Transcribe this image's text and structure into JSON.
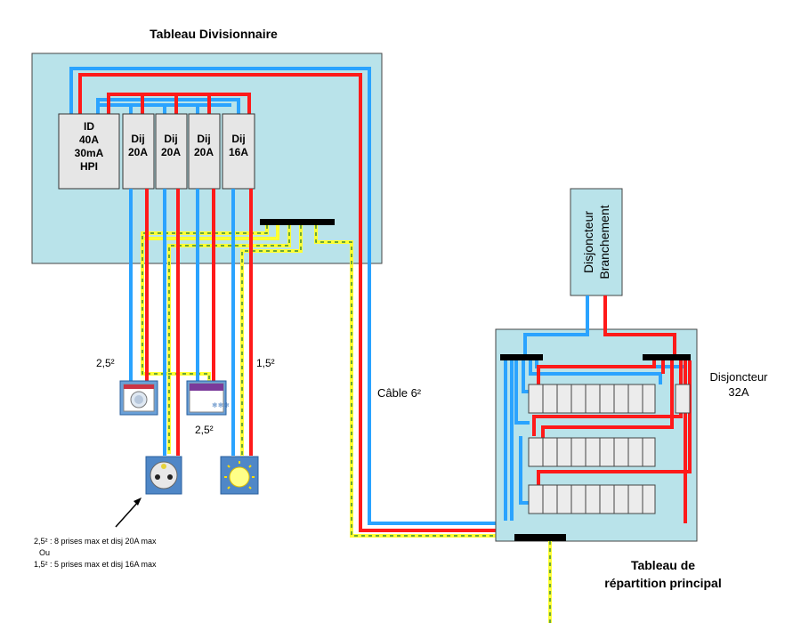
{
  "colors": {
    "panel_fill": "#b9e3ea",
    "phase_wire": "#ff1a1a",
    "neutral_wire": "#2aa3ff",
    "earth_wire": "#ffff33",
    "breaker_fill": "#e6e6e6",
    "busbar": "#000000"
  },
  "sub_panel": {
    "title": "Tableau Divisionnaire",
    "diff_breaker": {
      "lines": [
        "ID",
        "40A",
        "30mA",
        "HPI"
      ]
    },
    "breakers": [
      {
        "lines": [
          "Dij",
          "20A"
        ]
      },
      {
        "lines": [
          "Dij",
          "20A"
        ]
      },
      {
        "lines": [
          "Dij",
          "20A"
        ]
      },
      {
        "lines": [
          "Dij",
          "16A"
        ]
      }
    ]
  },
  "branch_breaker": {
    "line1": "Disjoncteur",
    "line2": "Branchement"
  },
  "main_panel": {
    "title_line1": "Tableau de",
    "title_line2": "répartition principal",
    "breaker_32": {
      "line1": "Disjoncteur",
      "line2": "32A"
    }
  },
  "labels": {
    "section_left": "2,5²",
    "section_mid": "2,5²",
    "section_right": "1,5²",
    "cable": "Câble 6²"
  },
  "note": {
    "line1": "2,5² : 8 prises max et disj 20A max",
    "line2": "Ou",
    "line3": "1,5² : 5 prises max et disj 16A max"
  },
  "icons": {
    "washer": "washing-machine-icon",
    "oven": "oven-icon",
    "socket": "power-socket-icon",
    "lamp": "light-bulb-icon"
  }
}
